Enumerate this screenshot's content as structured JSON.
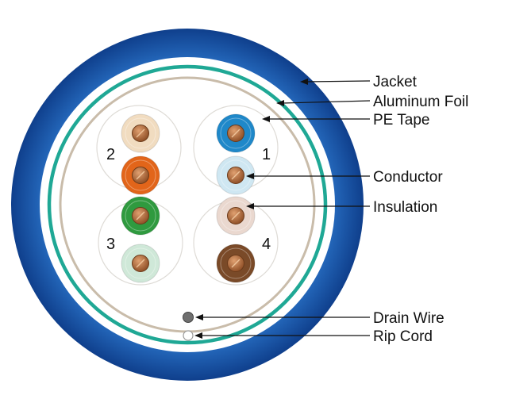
{
  "labels": {
    "jacket": "Jacket",
    "aluminum_foil": "Aluminum Foil",
    "pe_tape": "PE Tape",
    "conductor": "Conductor",
    "insulation": "Insulation",
    "drain_wire": "Drain Wire",
    "rip_cord": "Rip Cord"
  },
  "pairs": [
    {
      "number": "1",
      "colors": [
        "#1f88c9",
        "#cfe7f2"
      ]
    },
    {
      "number": "2",
      "colors": [
        "#f1dcc0",
        "#e2651a"
      ]
    },
    {
      "number": "3",
      "colors": [
        "#2f9a3f",
        "#cfe8d8"
      ]
    },
    {
      "number": "4",
      "colors": [
        "#ead8cf",
        "#7a4a28"
      ]
    }
  ],
  "colors": {
    "jacket": "#1d5bb0",
    "foil": "#1fa895",
    "pe_tape": "#c9bcaa",
    "copper": "#b5683a"
  }
}
